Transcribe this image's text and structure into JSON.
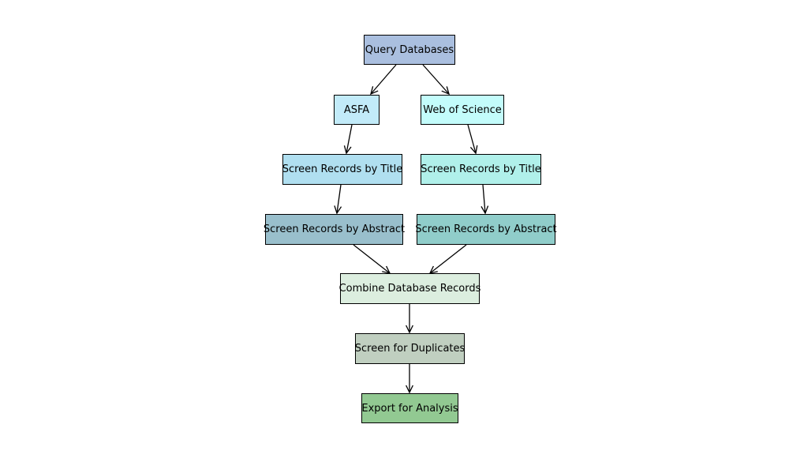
{
  "nodes": {
    "query": {
      "label": "Query Databases",
      "color": "#aabfdf"
    },
    "asfa": {
      "label": "ASFA",
      "color": "#c2ebf9"
    },
    "wos": {
      "label": "Web of Science",
      "color": "#c3fcfb"
    },
    "asfa_title": {
      "label": "Screen Records by Title",
      "color": "#b0dff0"
    },
    "wos_title": {
      "label": "Screen Records by Title",
      "color": "#b0f0ea"
    },
    "asfa_abs": {
      "label": "Screen Records by Abstract",
      "color": "#99bfcc"
    },
    "wos_abs": {
      "label": "Screen Records by Abstract",
      "color": "#90cdca"
    },
    "combine": {
      "label": "Combine Database Records",
      "color": "#dceedf"
    },
    "dup": {
      "label": "Screen for Duplicates",
      "color": "#c0cfc0"
    },
    "export": {
      "label": "Export for Analysis",
      "color": "#92c992"
    }
  },
  "edges": [
    {
      "from": "query",
      "to": "asfa"
    },
    {
      "from": "query",
      "to": "wos"
    },
    {
      "from": "asfa",
      "to": "asfa_title"
    },
    {
      "from": "wos",
      "to": "wos_title"
    },
    {
      "from": "asfa_title",
      "to": "asfa_abs"
    },
    {
      "from": "wos_title",
      "to": "wos_abs"
    },
    {
      "from": "asfa_abs",
      "to": "combine"
    },
    {
      "from": "wos_abs",
      "to": "combine"
    },
    {
      "from": "combine",
      "to": "dup"
    },
    {
      "from": "dup",
      "to": "export"
    }
  ]
}
